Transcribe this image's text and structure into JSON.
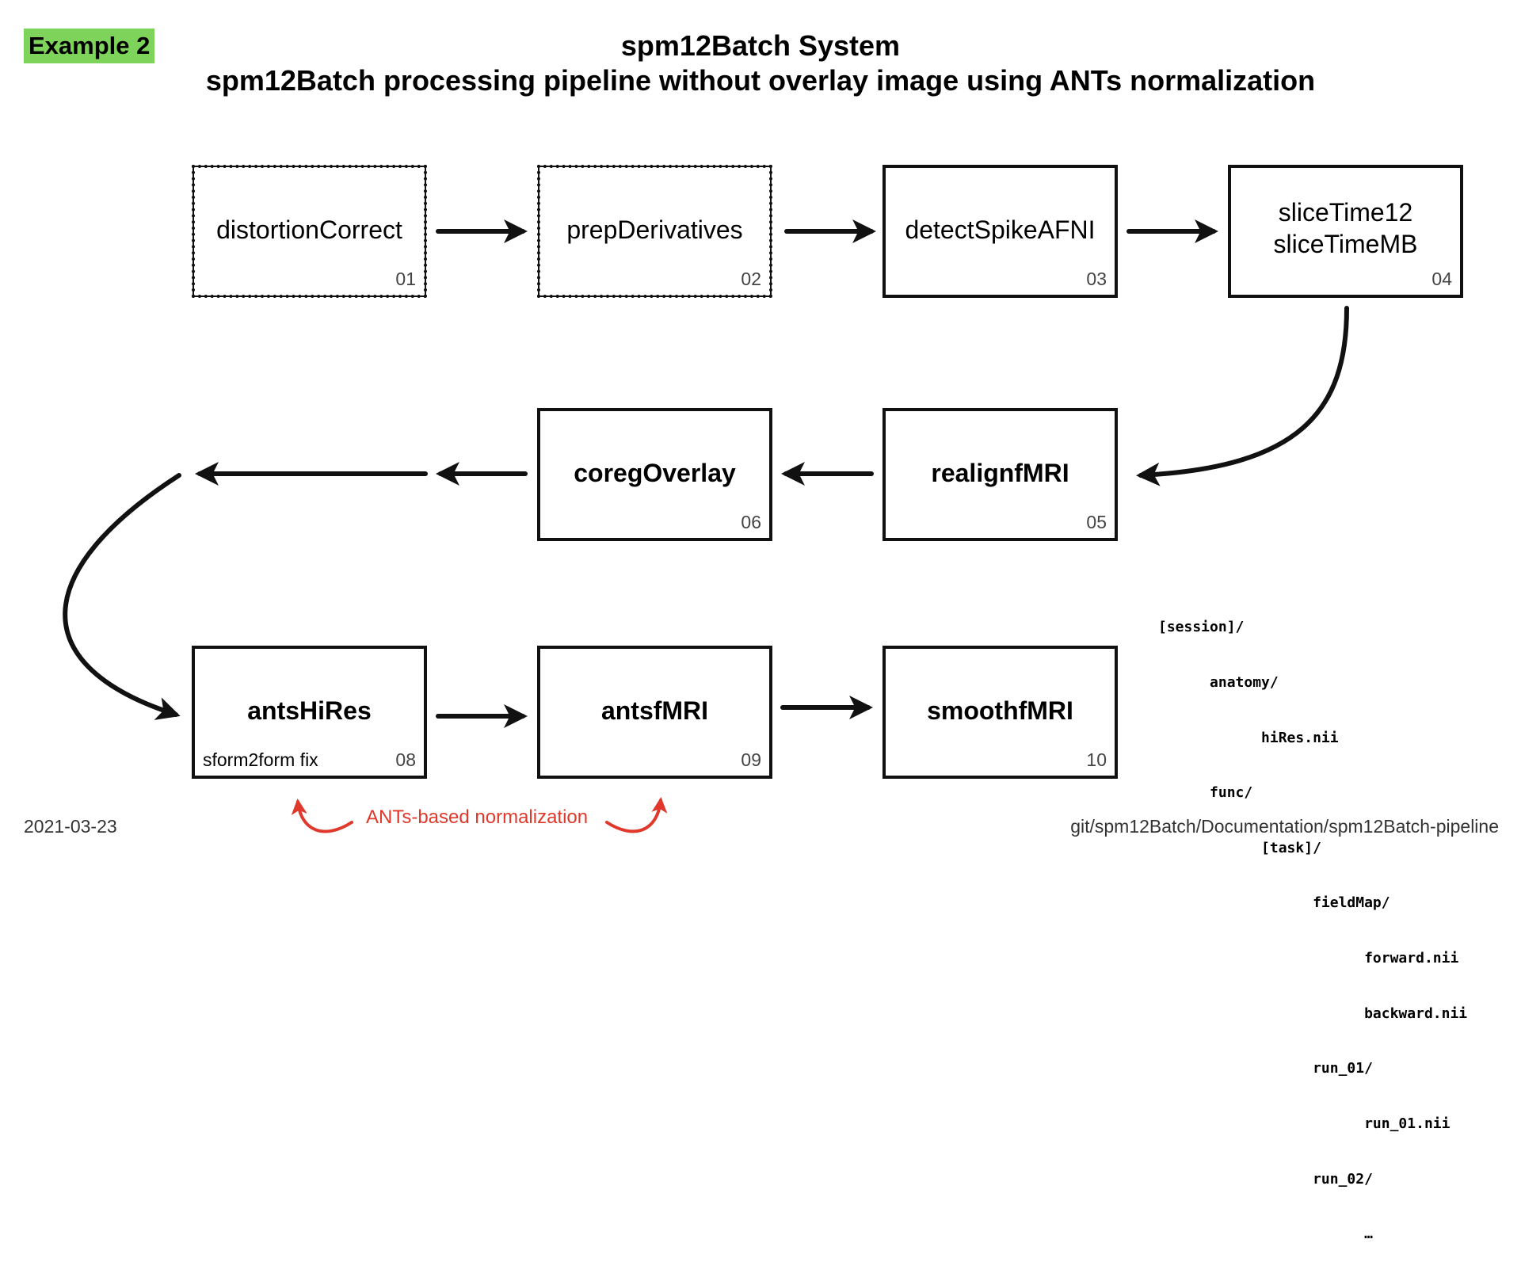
{
  "header": {
    "badge": "Example 2",
    "title": "spm12Batch System",
    "subtitle": "spm12Batch processing pipeline without overlay image using ANTs  normalization"
  },
  "steps": [
    {
      "name": "distortionCorrect",
      "num": "01"
    },
    {
      "name": "prepDerivatives",
      "num": "02"
    },
    {
      "name": "detectSpikeAFNI",
      "num": "03"
    },
    {
      "name_lines": [
        "sliceTime12",
        "sliceTimeMB"
      ],
      "num": "04"
    },
    {
      "name": "realignfMRI",
      "num": "05"
    },
    {
      "name": "coregOverlay",
      "num": "06"
    },
    {
      "name": "antsHiRes",
      "num": "08",
      "sub": "sform2form fix"
    },
    {
      "name": "antsfMRI",
      "num": "09"
    },
    {
      "name": "smoothfMRI",
      "num": "10"
    }
  ],
  "annotation": {
    "text": "ANTs-based normalization",
    "color": "#e0392c"
  },
  "directory_tree": [
    "[session]/",
    "      anatomy/",
    "            hiRes.nii",
    "      func/",
    "            [task]/",
    "                  fieldMap/",
    "                        forward.nii",
    "                        backward.nii",
    "                  run_01/",
    "                        run_01.nii",
    "                  run_02/",
    "                        …"
  ],
  "footer": {
    "date": "2021-03-23",
    "path": "git/spm12Batch/Documentation/spm12Batch-pipeline"
  },
  "colors": {
    "badge": "#7ed35a",
    "arrow": "#111111",
    "annotation": "#e0392c"
  }
}
